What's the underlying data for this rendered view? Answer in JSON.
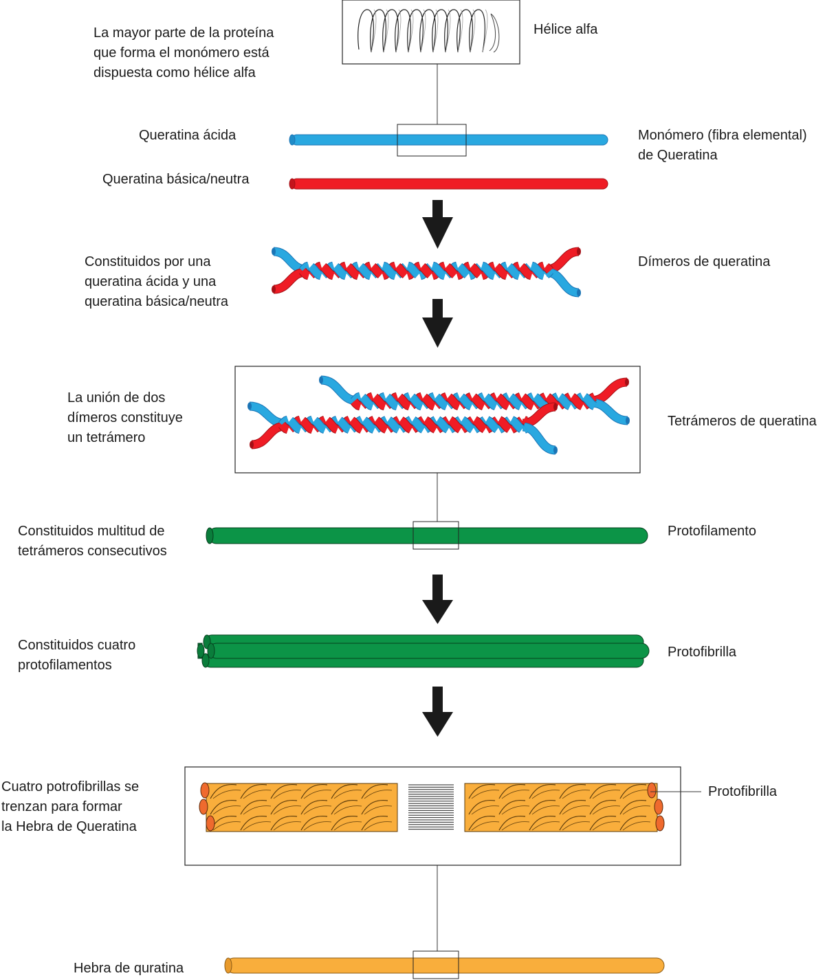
{
  "colors": {
    "acidic": "#29a8e0",
    "acidic_dark": "#1b74b5",
    "basic": "#ef1c25",
    "basic_dark": "#a40f15",
    "green": "#0c9447",
    "green_dark": "#063f1e",
    "orange": "#f9ae3c",
    "orange_end": "#ef6a2e",
    "line": "#333333",
    "arrow": "#1a1a1a"
  },
  "labels": {
    "helix_title": "Hélice alfa",
    "helix_note": [
      "La mayor parte de la proteína",
      "que forma el monómero está",
      "dispuesta como hélice alfa"
    ],
    "acidic": "Queratina ácida",
    "basic": "Queratina básica/neutra",
    "monomer": [
      "Monómero (fibra elemental)",
      "de Queratina"
    ],
    "dimer_note": [
      "Constituidos por una",
      "queratina ácida y una",
      "queratina básica/neutra"
    ],
    "dimer_title": "Dímeros de queratina",
    "tetramer_note": [
      "La unión de dos",
      "dímeros constituye",
      "un tetrámero"
    ],
    "tetramer_title": "Tetrámeros de queratina",
    "protofilament_note": [
      "Constituidos multitud de",
      "tetrámeros consecutivos"
    ],
    "protofilament_title": "Protofilamento",
    "protofibril_note": [
      "Constituidos cuatro",
      "protofilamentos"
    ],
    "protofibril_title": "Protofibrilla",
    "strand_note": [
      "Cuatro potrofibrillas se",
      "trenzan para formar",
      "la Hebra de Queratina"
    ],
    "strand_callout": "Protofibrilla",
    "strand_title": "Hebra de quratina"
  }
}
